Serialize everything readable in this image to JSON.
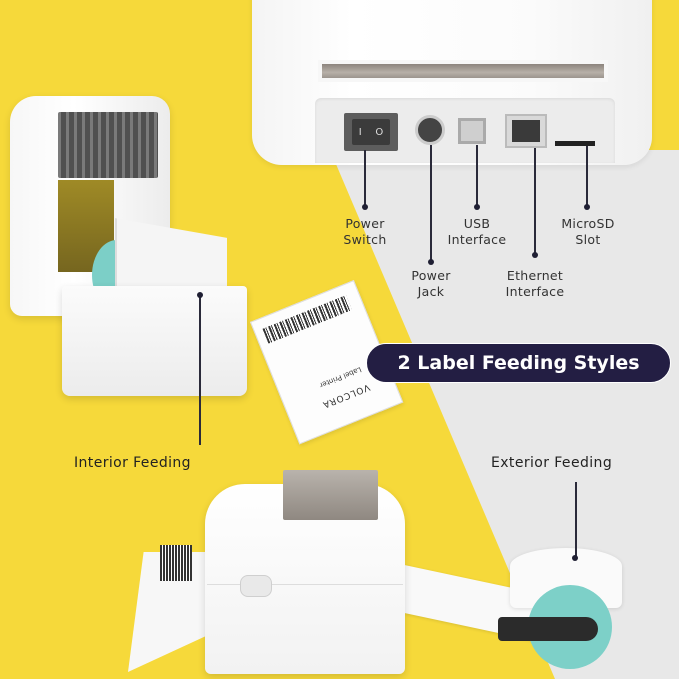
{
  "colors": {
    "yellow_background": "#F6D93A",
    "gray_background": "#E8E8E8",
    "pill_background": "#231E43",
    "pill_text": "#FFFFFF"
  },
  "ports": [
    {
      "label_line1": "Power",
      "label_line2": "Switch",
      "icon": "power-switch-icon"
    },
    {
      "label_line1": "Power",
      "label_line2": "Jack",
      "icon": "power-jack-icon"
    },
    {
      "label_line1": "USB",
      "label_line2": "Interface",
      "icon": "usb-port-icon"
    },
    {
      "label_line1": "Ethernet",
      "label_line2": "Interface",
      "icon": "ethernet-port-icon"
    },
    {
      "label_line1": "MicroSD",
      "label_line2": "Slot",
      "icon": "microsd-slot-icon"
    }
  ],
  "switch_symbols": {
    "on": "I",
    "off": "O"
  },
  "headline": "2 Label Feeding Styles",
  "feeding_styles": {
    "interior": "Interior Feeding",
    "exterior": "Exterior Feeding"
  },
  "label_sample": {
    "brand": "VOLCORA",
    "subtitle": "Label Printer"
  }
}
